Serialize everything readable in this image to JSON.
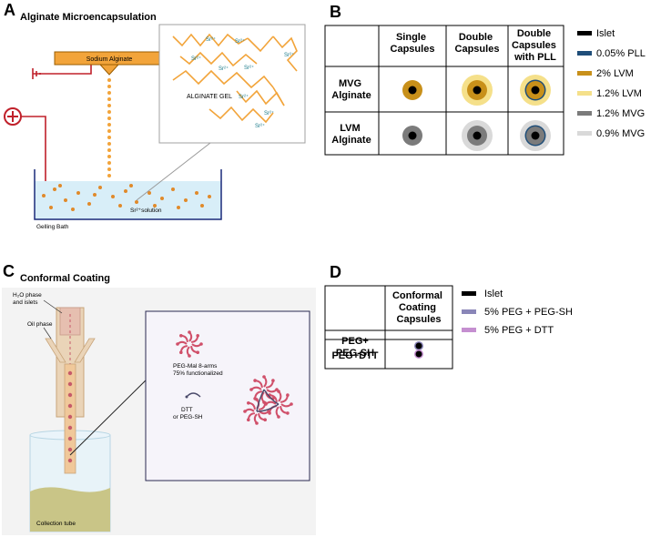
{
  "panel_a": {
    "letter": "A",
    "title": "Alginate Microencapsulation",
    "nozzle_label": "Sodium Alginate",
    "bath_label": "Gelling Bath",
    "solution_label": "Sr²⁺solution",
    "ion_label": "Sr²⁺",
    "gel_label": "ALGINATE GEL"
  },
  "panel_b": {
    "letter": "B",
    "columns": [
      [
        "Single",
        "Capsules"
      ],
      [
        "Double",
        "Capsules"
      ],
      [
        "Double",
        "Capsules",
        "with PLL"
      ]
    ],
    "rows": [
      [
        "MVG",
        "Alginate"
      ],
      [
        "LVM",
        "Alginate"
      ]
    ],
    "legend": [
      {
        "label": "Islet",
        "color": "#000000"
      },
      {
        "label": "0.05% PLL",
        "color": "#1f4e79"
      },
      {
        "label": "2% LVM",
        "color": "#c8901a"
      },
      {
        "label": "1.2% LVM",
        "color": "#f5e08a"
      },
      {
        "label": "1.2% MVG",
        "color": "#7b7b7b"
      },
      {
        "label": "0.9% MVG",
        "color": "#d9d9d9"
      }
    ]
  },
  "panel_c": {
    "letter": "C",
    "title": "Conformal Coating",
    "water_phase": [
      "H₂O phase",
      "and islets"
    ],
    "oil_phase": "Oil phase",
    "collection": "Collection tube",
    "peg_label": [
      "PEG-Mal 8-arms",
      "75% functionalized"
    ],
    "dtt_label": [
      "DTT",
      "or PEG-SH"
    ]
  },
  "panel_d": {
    "letter": "D",
    "column": [
      "Conformal",
      "Coating",
      "Capsules"
    ],
    "rows": [
      [
        "PEG+",
        "PEG-SH"
      ],
      [
        "PEG+DTT"
      ]
    ],
    "legend": [
      {
        "label": "Islet",
        "color": "#000000"
      },
      {
        "label": "5% PEG + PEG-SH",
        "color": "#8a86b8"
      },
      {
        "label": "5% PEG + DTT",
        "color": "#c58fd0"
      }
    ]
  }
}
